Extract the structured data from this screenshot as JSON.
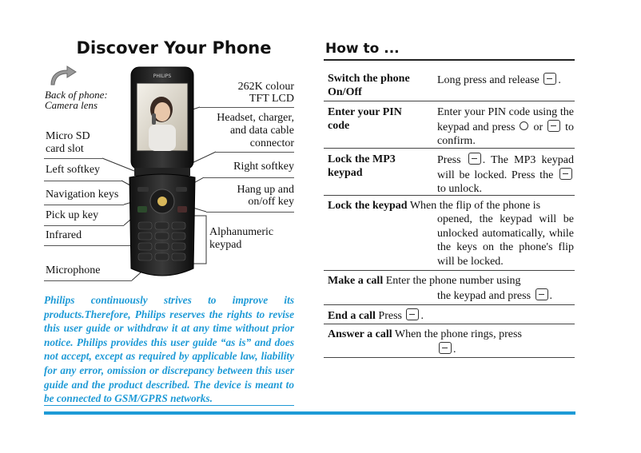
{
  "left": {
    "title": "Discover Your Phone",
    "back_label_1": "Back of phone:",
    "back_label_2": "Camera lens",
    "labels": {
      "lcd_1": "262K colour",
      "lcd_2": "TFT LCD",
      "headset_1": "Headset, charger,",
      "headset_2": "and data cable",
      "headset_3": "connector",
      "microsd_1": "Micro SD",
      "microsd_2": "card slot",
      "left_softkey": "Left softkey",
      "right_softkey": "Right softkey",
      "navigation_keys": "Navigation keys",
      "hangup_1": "Hang up and",
      "hangup_2": "on/off key",
      "pickup_key": "Pick up key",
      "infrared": "Infrared",
      "alpha_1": "Alphanumeric",
      "alpha_2": "keypad",
      "microphone": "Microphone"
    },
    "phone_brand": "PHILIPS",
    "disclaimer": "Philips continuously strives to improve its products.Therefore, Philips reserves the rights to revise this user guide or withdraw it at any time without prior notice. Philips provides this user guide “as is” and does not accept, except as required by applicable law, liability for any error, omission or discrepancy between this user guide and the product described. The device is meant to be connected to GSM/GPRS networks."
  },
  "right": {
    "title": "How to ...",
    "rows": {
      "switch_term_1": "Switch the phone",
      "switch_term_2": "On/Off",
      "switch_desc": "Long press and release",
      "pin_term_1": "Enter your PIN",
      "pin_term_2": "code",
      "pin_desc_1": "Enter your PIN code using the keypad and press",
      "pin_desc_or": "or",
      "pin_desc_2": "to confirm.",
      "mp3_term_1": "Lock the MP3",
      "mp3_term_2": "keypad",
      "mp3_desc_1": "Press",
      "mp3_desc_2": ". The MP3 keypad will be locked. Press the",
      "mp3_desc_3": "to unlock.",
      "keypad_term": "Lock the keypad",
      "keypad_desc_1": "When the flip of the phone is",
      "keypad_desc_2": "opened, the keypad will be unlocked automatically, while the keys on the phone's flip will be locked.",
      "call_term": "Make a call",
      "call_desc_1": "Enter the phone number using",
      "call_desc_2": "the keypad and press",
      "end_term": "End a call",
      "end_desc": "Press",
      "answer_term": "Answer a call",
      "answer_desc": "When the phone rings, press"
    }
  },
  "colors": {
    "accent_blue": "#1e9ad6"
  }
}
